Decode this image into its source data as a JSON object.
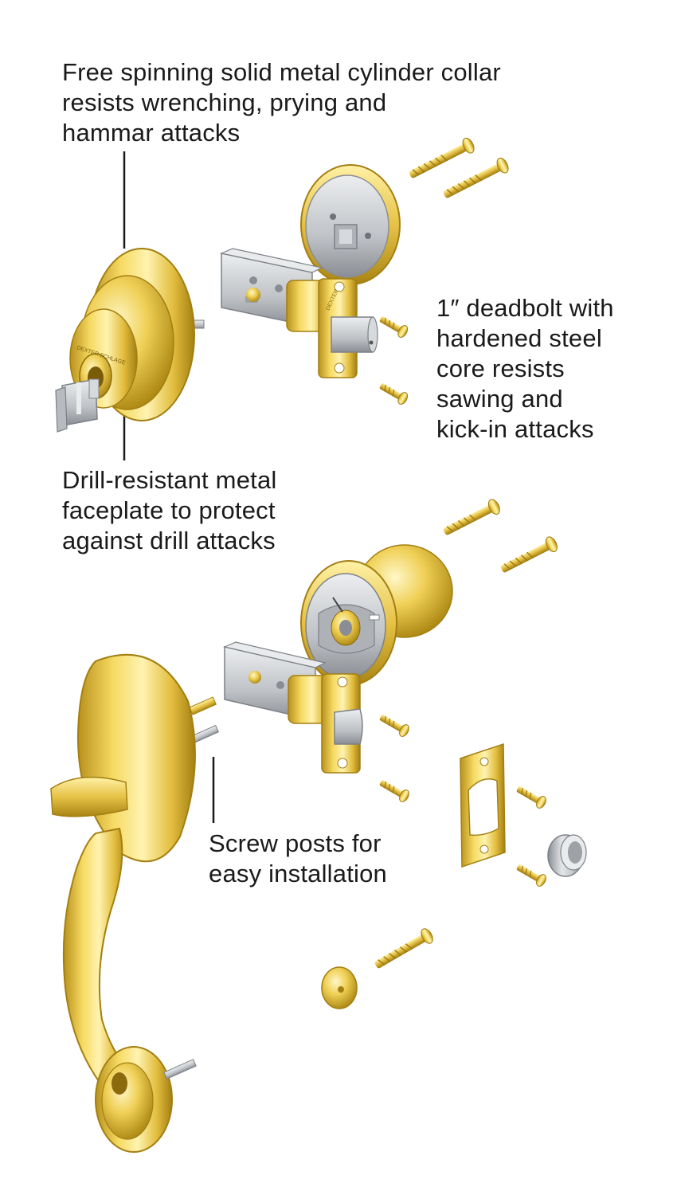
{
  "callouts": {
    "collar": {
      "lines": [
        "Free spinning solid metal cylinder collar",
        "resists wrenching, prying and",
        "hammar attacks"
      ]
    },
    "deadbolt": {
      "lines": [
        "1″ deadbolt with",
        "hardened steel",
        "core resists",
        "sawing and",
        "kick-in attacks"
      ]
    },
    "faceplate": {
      "lines": [
        "Drill-resistant metal",
        "faceplate to protect",
        "against drill attacks"
      ]
    },
    "posts": {
      "lines": [
        "Screw posts for",
        "easy installation"
      ]
    }
  },
  "brand": {
    "cylinder_logo": "DEXTER SCHLAGE",
    "plate_logo": "DEXTER"
  },
  "colors": {
    "brass": "#e8c64a",
    "brass_dark": "#b08a16",
    "brass_light": "#fdf0a8",
    "steel": "#c9ccd0",
    "steel_dark": "#8a8e94",
    "leader": "#1a1a1a",
    "text": "#1a1a1a"
  },
  "icons": {
    "deadbolt_cylinder": "keyed-deadbolt-cylinder-icon",
    "key": "key-icon",
    "knob": "door-knob-icon",
    "handleset": "handleset-grip-icon",
    "screw": "wood-screw-icon",
    "latch": "spring-latch-icon",
    "strike": "strike-plate-icon"
  }
}
